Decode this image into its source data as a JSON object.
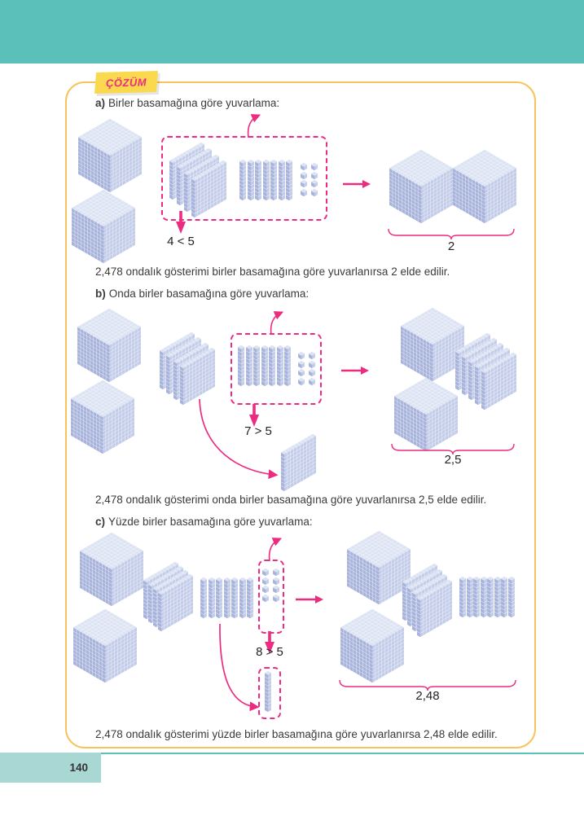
{
  "page": {
    "badge": "ÇÖZÜM",
    "number": "140"
  },
  "colors": {
    "teal_header": "#5cc0ba",
    "teal_page_tab": "#a9d7d4",
    "box_border_orange": "#f8c35c",
    "badge_yellow": "#fbd94e",
    "accent_pink": "#ec2c80",
    "block_top": "#dce3f3",
    "block_left": "#a7b3db",
    "block_right": "#c3cce9",
    "block_grid": "#ffffff",
    "text": "#3a3a3a"
  },
  "number_shown": "2,478",
  "sections": [
    {
      "id": "a",
      "heading": {
        "prefix": "a)",
        "text": "Birler basamağına göre yuvarlama:"
      },
      "comparison": "4 < 5",
      "result_label": "2",
      "caption": "2,478 ondalık gösterimi birler basamağına göre yuvarlanırsa 2 elde edilir.",
      "groups": {
        "whole_cubes": 2,
        "boxed_flats": 4,
        "boxed_rods": 7,
        "boxed_units": 8,
        "result_cubes": 2
      }
    },
    {
      "id": "b",
      "heading": {
        "prefix": "b)",
        "text": "Onda birler basamağına göre yuvarlama:"
      },
      "comparison": "7 > 5",
      "result_label": "2,5",
      "caption": "2,478 ondalık gösterimi onda birler basamağına göre yuvarlanırsa 2,5 elde edilir.",
      "groups": {
        "whole_cubes": 2,
        "tenths_flats": 4,
        "boxed_rods": 7,
        "boxed_units": 8,
        "carried_flat": 1,
        "result_cubes": 2,
        "result_flats": 5
      }
    },
    {
      "id": "c",
      "heading": {
        "prefix": "c)",
        "text": "Yüzde birler basamağına göre yuvarlama:"
      },
      "comparison": "8 > 5",
      "result_label": "2,48",
      "caption": "2,478 ondalık gösterimi yüzde birler basamağına göre yuvarlanırsa 2,48 elde edilir.",
      "groups": {
        "whole_cubes": 2,
        "tenths_flats": 4,
        "hundredths_rods": 7,
        "boxed_units": 8,
        "carried_rod": 1,
        "result_cubes": 2,
        "result_flats": 4,
        "result_rods": 8
      }
    }
  ]
}
